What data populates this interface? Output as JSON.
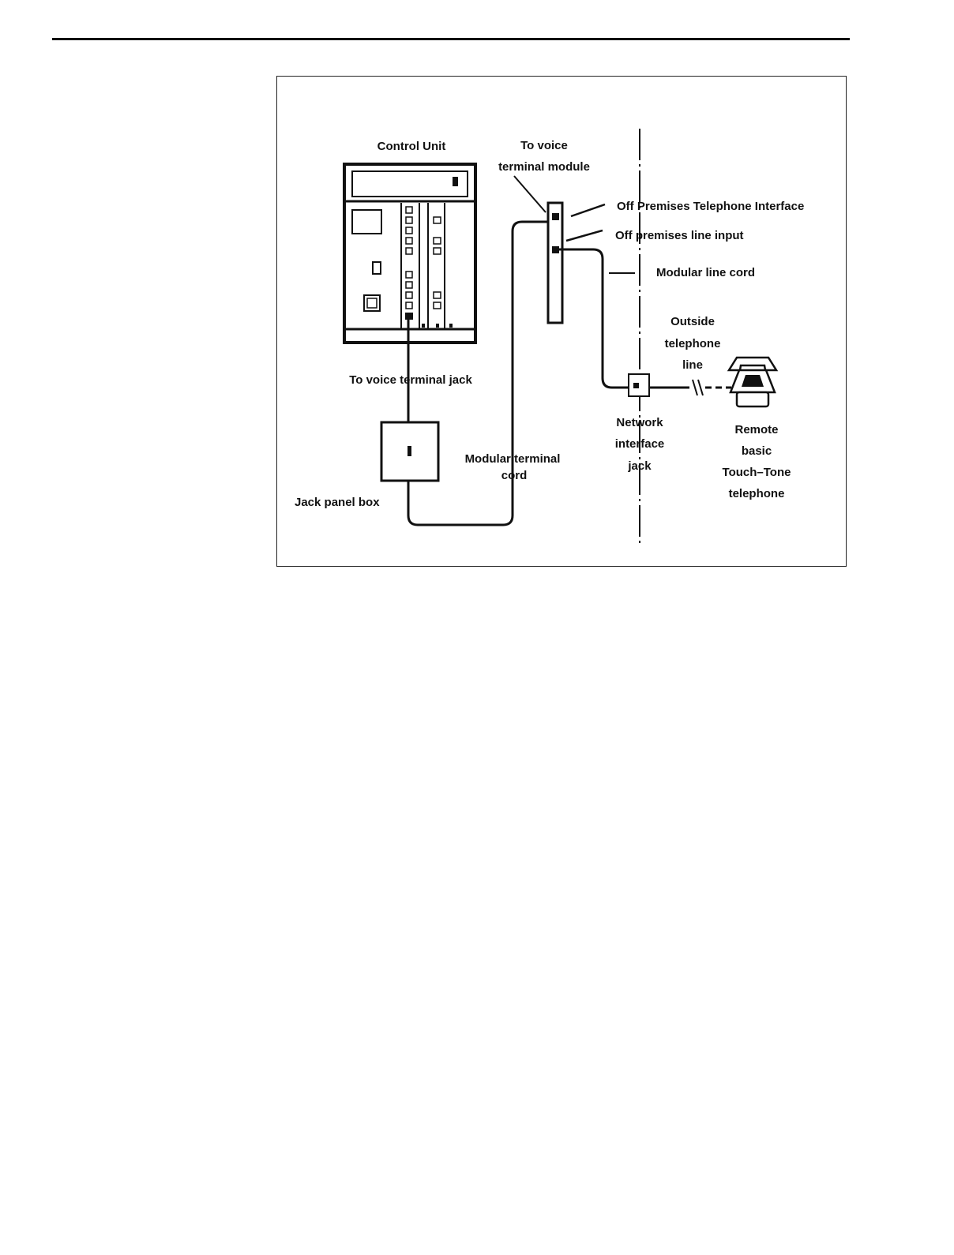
{
  "labels": {
    "control_unit": "Control Unit",
    "to_voice_terminal_module_1": "To voice",
    "to_voice_terminal_module_2": "terminal module",
    "opti": "Off Premises Telephone Interface",
    "off_premises_line_input": "Off premises line input",
    "modular_line_cord": "Modular line cord",
    "outside_line_1": "Outside",
    "outside_line_2": "telephone",
    "outside_line_3": "line",
    "to_voice_terminal_jack": "To voice terminal jack",
    "network_jack_1": "Network",
    "network_jack_2": "interface",
    "network_jack_3": "jack",
    "remote_phone_1": "Remote",
    "remote_phone_2": "basic",
    "remote_phone_3": "Touch–Tone",
    "remote_phone_4": "telephone",
    "modular_terminal_cord_1": "Modular terminal",
    "modular_terminal_cord_2": "cord",
    "jack_panel_box": "Jack panel box"
  },
  "colors": {
    "ink": "#111111",
    "paper": "#ffffff"
  }
}
